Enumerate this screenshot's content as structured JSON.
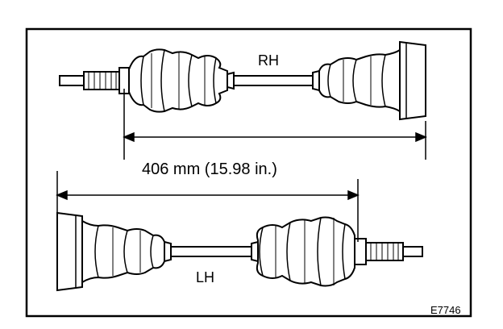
{
  "labels": {
    "right_hand": "RH",
    "left_hand": "LH",
    "dimension": "406 mm (15.98 in.)",
    "figure_code": "E7746"
  },
  "colors": {
    "ink": "#000000",
    "paper": "#ffffff"
  }
}
